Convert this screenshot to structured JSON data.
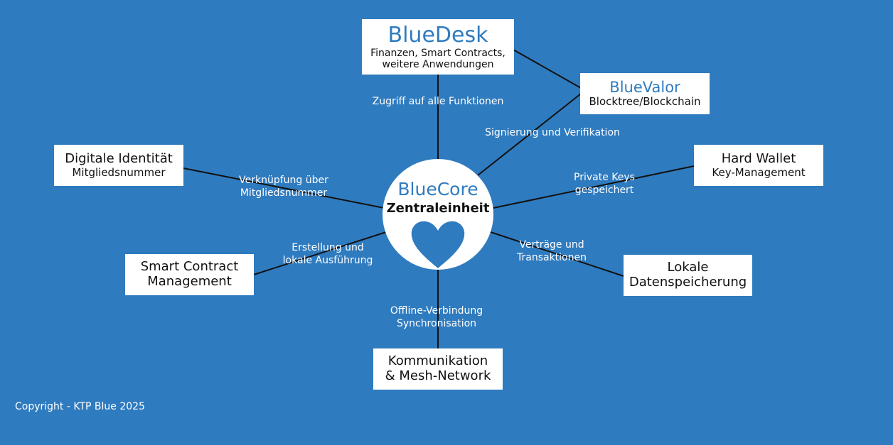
{
  "colors": {
    "background": "#2f7bbf",
    "accent": "#2f7bbf",
    "box": "#ffffff",
    "line": "#111111"
  },
  "core": {
    "name": "BlueCore",
    "subtitle": "Zentraleinheit",
    "icon": "heart-icon"
  },
  "nodes": {
    "bluedesk": {
      "title": "BlueDesk",
      "line1": "Finanzen, Smart Contracts,",
      "line2": "weitere Anwendungen"
    },
    "bluevalor": {
      "title": "BlueValor",
      "line1": "Blocktree/Blockchain"
    },
    "digitale_identitaet": {
      "title": "Digitale Identität",
      "line1": "Mitgliedsnummer"
    },
    "hard_wallet": {
      "title": "Hard Wallet",
      "line1": "Key-Management"
    },
    "smart_contract": {
      "line1": "Smart Contract",
      "line2": "Management"
    },
    "lokale_daten": {
      "line1": "Lokale",
      "line2": "Datenspeicherung"
    },
    "kommunikation": {
      "line1": "Kommunikation",
      "line2": "& Mesh-Network"
    }
  },
  "edge_labels": {
    "bluedesk": [
      "Zugriff auf alle Funktionen"
    ],
    "bluevalor": [
      "Signierung und Verifikation"
    ],
    "identitaet": [
      "Verknüpfung über",
      "Mitgliedsnummer"
    ],
    "wallet": [
      "Private Keys",
      "gespeichert"
    ],
    "smart_contract": [
      "Erstellung und",
      "lokale Ausführung"
    ],
    "lokale_daten": [
      "Verträge und",
      "Transaktionen"
    ],
    "kommunikation": [
      "Offline-Verbindung",
      "Synchronisation"
    ]
  },
  "copyright": "Copyright - KTP Blue 2025"
}
